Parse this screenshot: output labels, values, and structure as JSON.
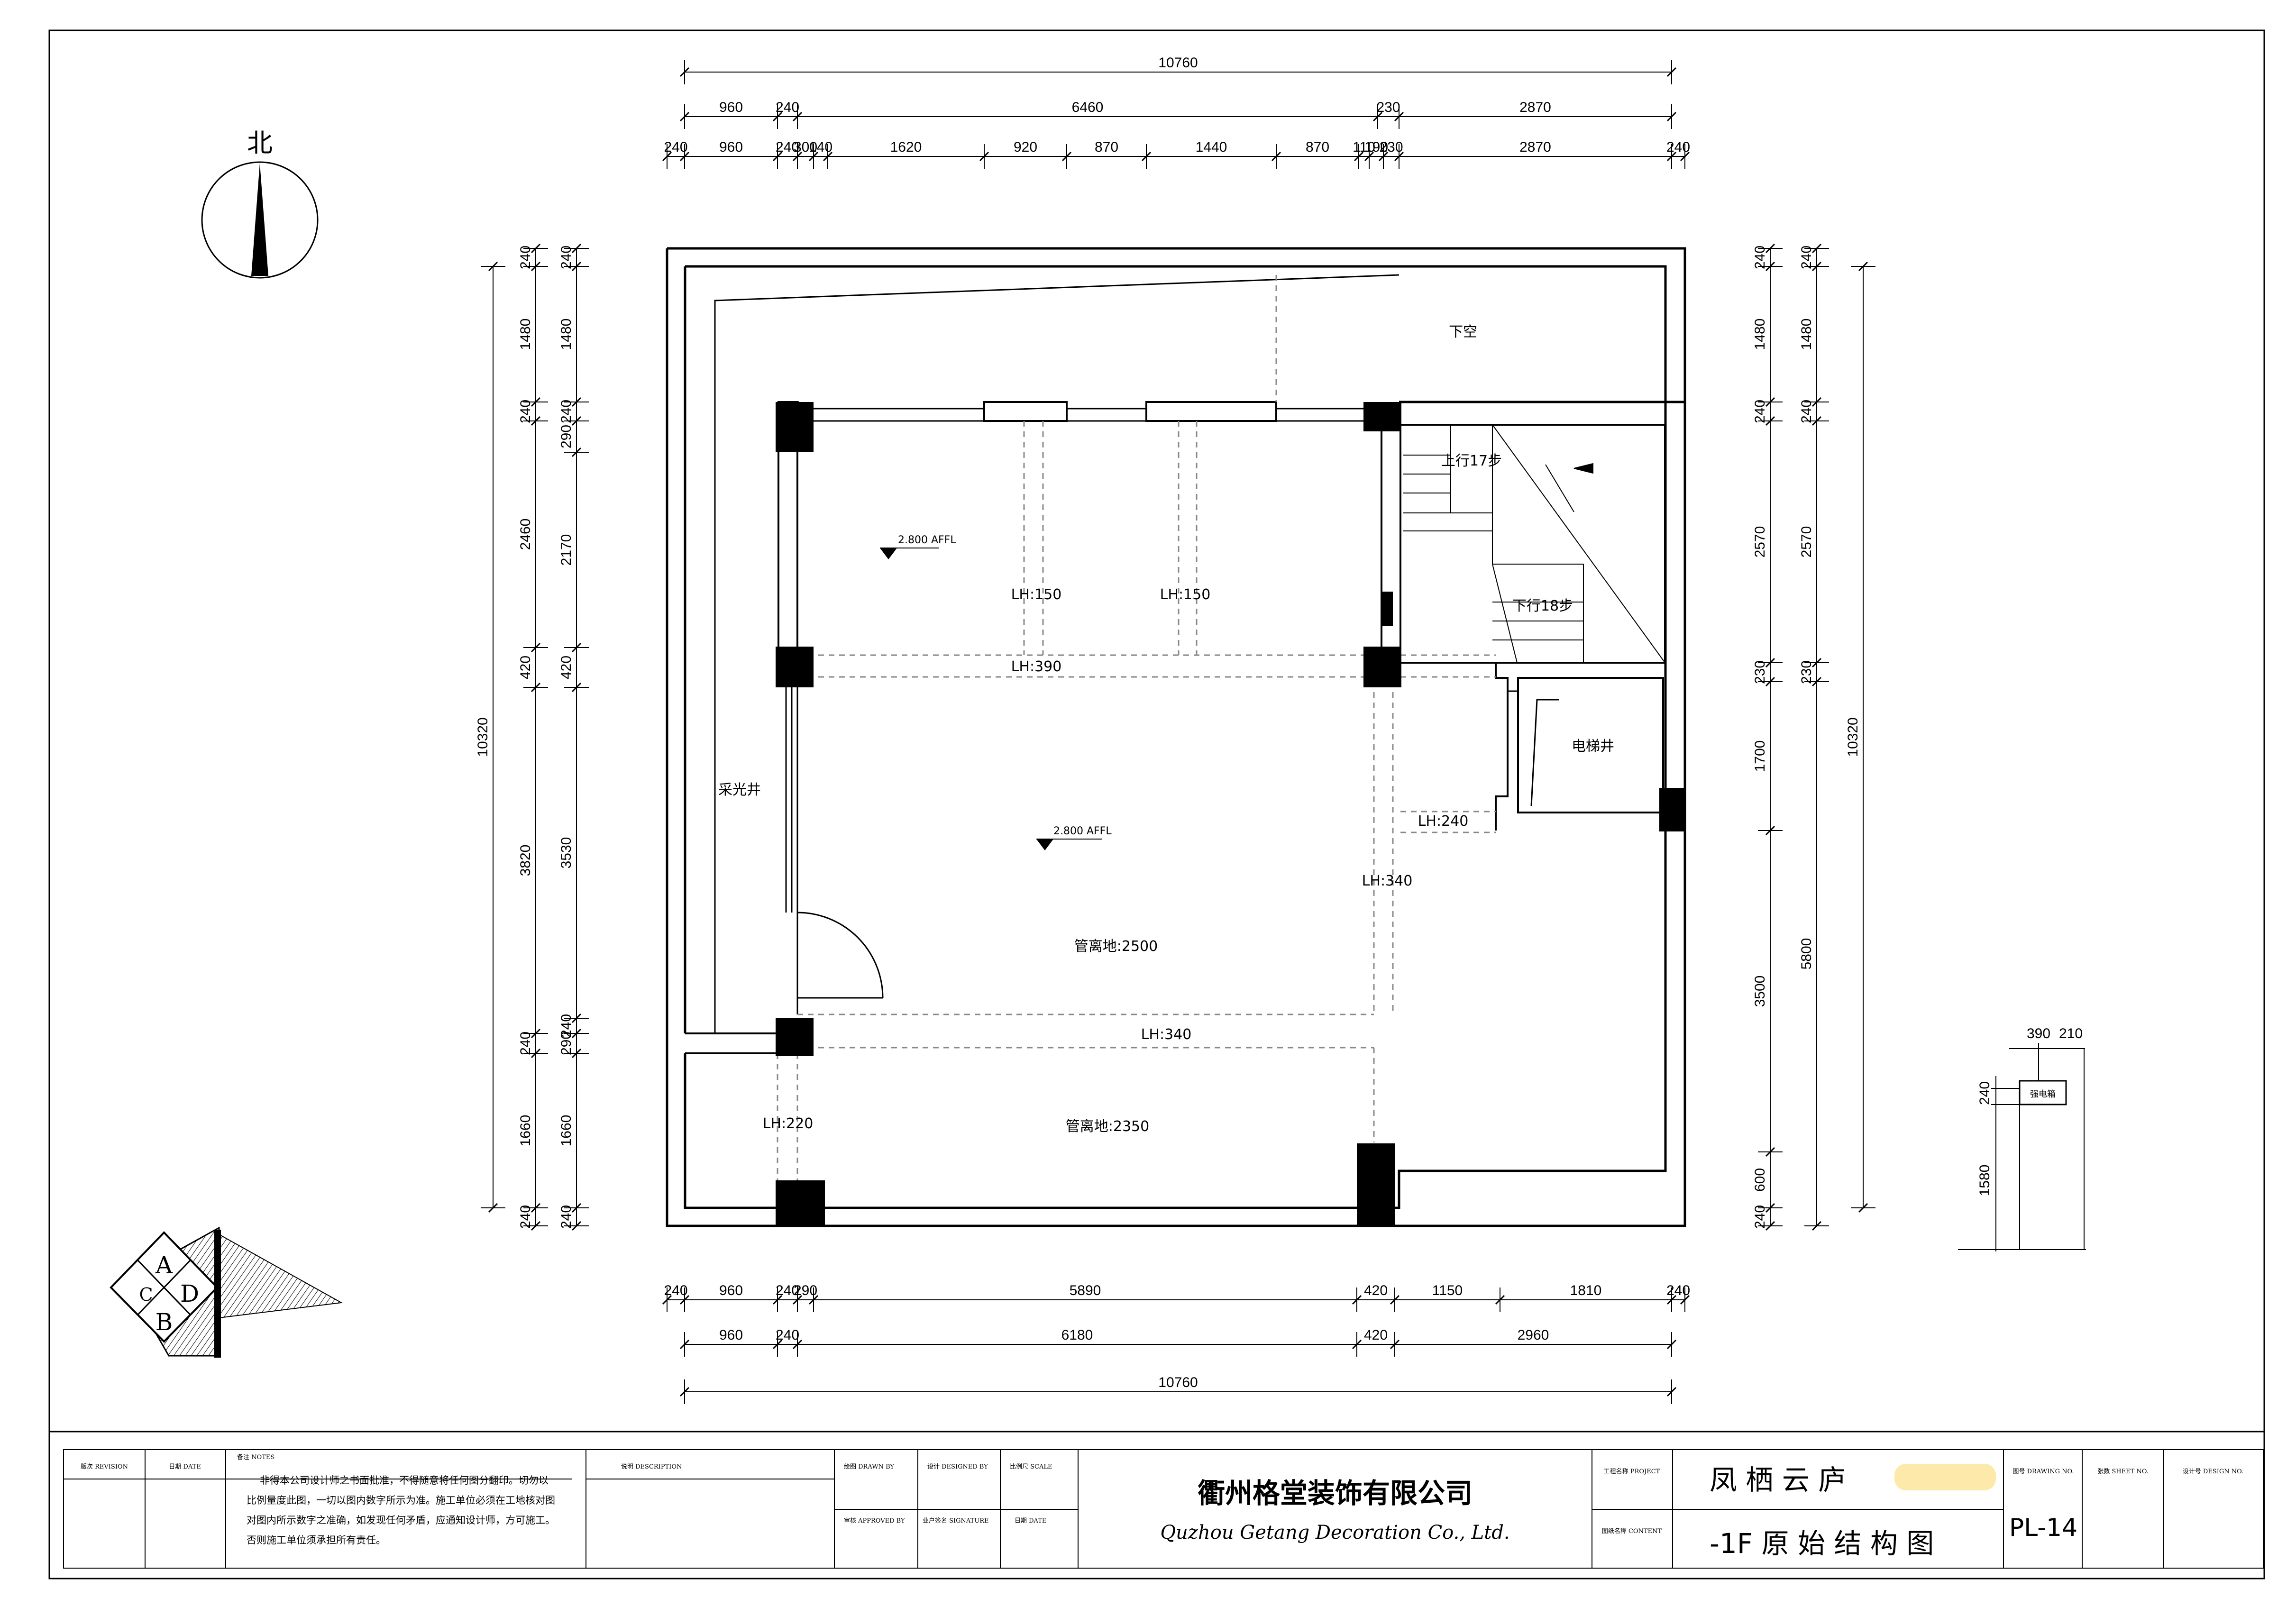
{
  "compass": {
    "label": "北"
  },
  "dimensions": {
    "top_overall": "10760",
    "top_mid": [
      "960",
      "240",
      "6460",
      "230",
      "2870"
    ],
    "top_detail": [
      "240",
      "960",
      "240",
      "300",
      "140",
      "1620",
      "920",
      "870",
      "1440",
      "870",
      "110",
      "190",
      "230",
      "2870",
      "240"
    ],
    "bottom_detail": [
      "240",
      "960",
      "240",
      "290",
      "5890",
      "420",
      "1150",
      "1810",
      "240"
    ],
    "bottom_mid": [
      "960",
      "240",
      "6180",
      "420",
      "2960"
    ],
    "bottom_overall": "10760",
    "left_outer": [
      "240",
      "1480",
      "240",
      "2460",
      "420",
      "3820",
      "240",
      "1660",
      "240"
    ],
    "left_inner": [
      "240",
      "1480",
      "240",
      "290",
      "2170",
      "420",
      "3530",
      "240",
      "290",
      "1660",
      "240"
    ],
    "left_overall": "10320",
    "right_inner": [
      "240",
      "1480",
      "240",
      "2570",
      "230",
      "1700",
      "3500",
      "600",
      "240"
    ],
    "right_outer": [
      "240",
      "1480",
      "240",
      "2570",
      "230",
      "5800"
    ],
    "right_overall": "10320"
  },
  "rooms": {
    "void": "下空",
    "skylight": "采光井",
    "elevator": "电梯井",
    "stair_up": "上行17步",
    "stair_down": "下行18步"
  },
  "annotations": {
    "elev_upper": "2.800 AFFL",
    "elev_lower": "2.800 AFFL",
    "lh_150_a": "LH:150",
    "lh_150_b": "LH:150",
    "lh_390": "LH:390",
    "lh_240": "LH:240",
    "lh_340_v": "LH:340",
    "lh_340_h": "LH:340",
    "lh_220": "LH:220",
    "pipe_2500": "管离地:2500",
    "pipe_2350": "管离地:2350"
  },
  "detail": {
    "dims_top": [
      "390",
      "210"
    ],
    "dims_side": [
      "240",
      "1580"
    ],
    "box_label": "强电箱"
  },
  "index_symbol": {
    "letters": [
      "A",
      "B",
      "C",
      "D"
    ]
  },
  "title_block": {
    "revision_label": "版次 REVISION",
    "date_label": "日期 DATE",
    "notes_label": "备注 NOTES",
    "notes_lines": [
      "非得本公司设计师之书面批准，不得随意将任何图分翻印。切勿以",
      "比例量度此图，一切以图内数字所示为准。施工单位必须在工地核对图",
      "对图内所示数字之准确，如发现任何矛盾，应通知设计师，方可施工。",
      "否则施工单位须承担所有责任。"
    ],
    "description_label": "说明 DESCRIPTION",
    "drawn_label": "绘图 DRAWN BY",
    "designed_label": "设计 DESIGNED BY",
    "scale_label": "比例尺 SCALE",
    "approved_label": "审核 APPROVED BY",
    "signature_label": "业户签名 SIGNATURE",
    "date2_label": "日期 DATE",
    "company_cn": "衢州格堂装饰有限公司",
    "company_en": "Quzhou Getang Decoration Co., Ltd.",
    "project_name_label": "工程名称 PROJECT",
    "drawing_name_label": "图纸名称 CONTENT",
    "project_name": "凤 栖 云 庐",
    "drawing_name": "-1F 原 始 结 构 图",
    "drawing_no_label": "图号 DRAWING NO.",
    "drawing_no": "PL-14",
    "sheet_no_label": "张数 SHEET NO.",
    "design_label": "设计号 DESIGN NO.",
    "highlight_color": "#fde9a9"
  }
}
